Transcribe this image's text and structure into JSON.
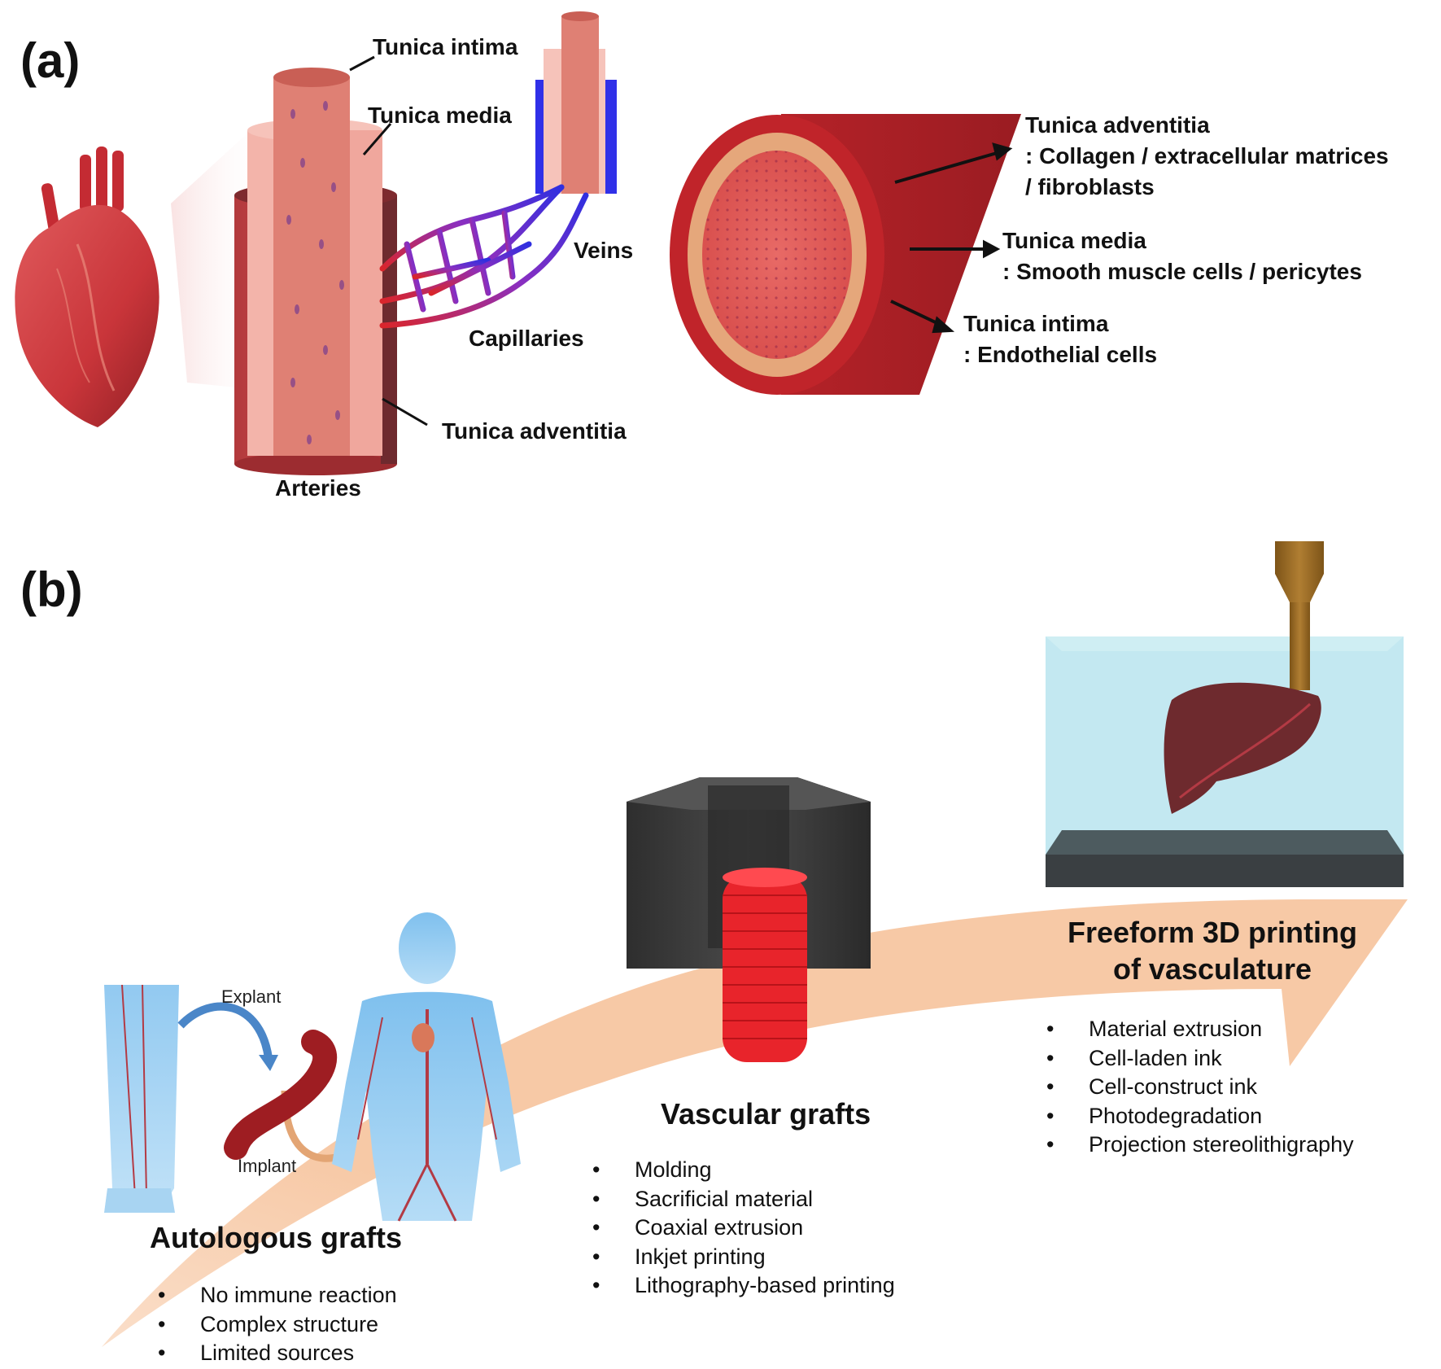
{
  "panel_a": {
    "label": "(a)",
    "artery_labels": {
      "tunica_intima": "Tunica intima",
      "tunica_media": "Tunica media",
      "tunica_adventitia": "Tunica adventitia",
      "veins": "Veins",
      "capillaries": "Capillaries",
      "arteries": "Arteries"
    },
    "cross_section": {
      "adventitia_title": "Tunica adventitia",
      "adventitia_desc_1": ": Collagen / extracellular matrices",
      "adventitia_desc_2": "/ fibroblasts",
      "media_title": "Tunica media",
      "media_desc": ": Smooth muscle cells / pericytes",
      "intima_title": "Tunica intima",
      "intima_desc": ": Endothelial cells"
    }
  },
  "panel_b": {
    "label": "(b)",
    "autologous": {
      "explant": "Explant",
      "implant": "Implant",
      "title": "Autologous grafts",
      "items": [
        "No immune reaction",
        "Complex structure",
        "Limited sources"
      ]
    },
    "vascular": {
      "title": "Vascular grafts",
      "items": [
        "Molding",
        "Sacrificial material",
        "Coaxial extrusion",
        "Inkjet printing",
        "Lithography-based printing"
      ]
    },
    "freeform": {
      "title_1": "Freeform 3D printing",
      "title_2": "of vasculature",
      "items": [
        "Material extrusion",
        "Cell-laden ink",
        "Cell-construct ink",
        "Photodegradation",
        "Projection stereolithigraphy"
      ]
    }
  },
  "colors": {
    "arrow_band": "#f7c9a6",
    "artery_red": "#c9353a",
    "vein_blue": "#2f2fe0",
    "body_blue": "#9ecdf2",
    "bath_blue": "#b8e4ee",
    "mold_dark": "#3a3a3a",
    "coil_red": "#e8242b",
    "liver": "#6e2a2e",
    "nozzle": "#a0702a"
  }
}
